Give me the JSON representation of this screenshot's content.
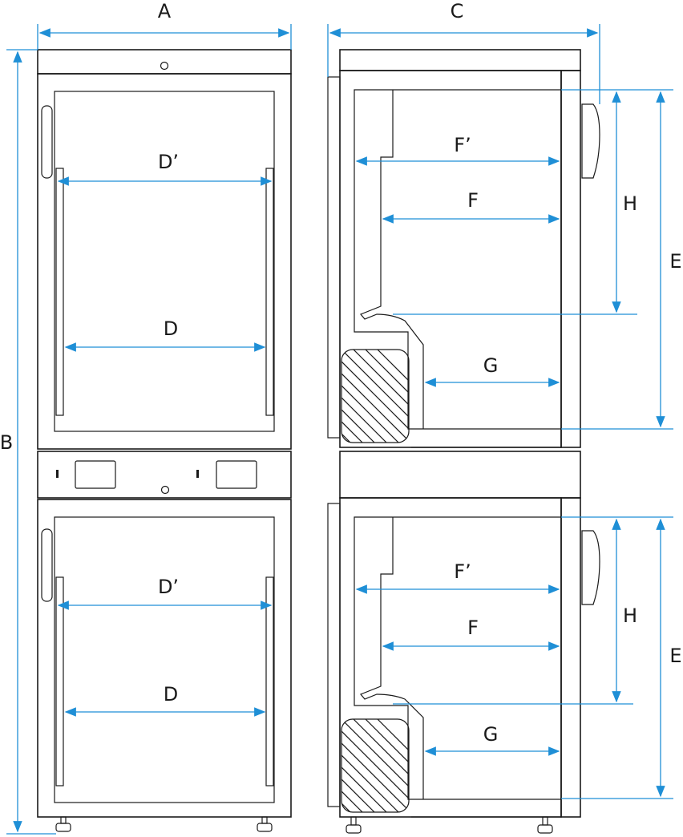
{
  "colors": {
    "outline": "#1a1a1a",
    "dimension_line": "#1f8fd6",
    "background": "#ffffff"
  },
  "labels": {
    "A": "A",
    "B": "B",
    "C": "C",
    "D": "D",
    "D_prime": "D’",
    "E": "E",
    "F": "F",
    "F_prime": "F’",
    "G": "G",
    "H": "H"
  }
}
